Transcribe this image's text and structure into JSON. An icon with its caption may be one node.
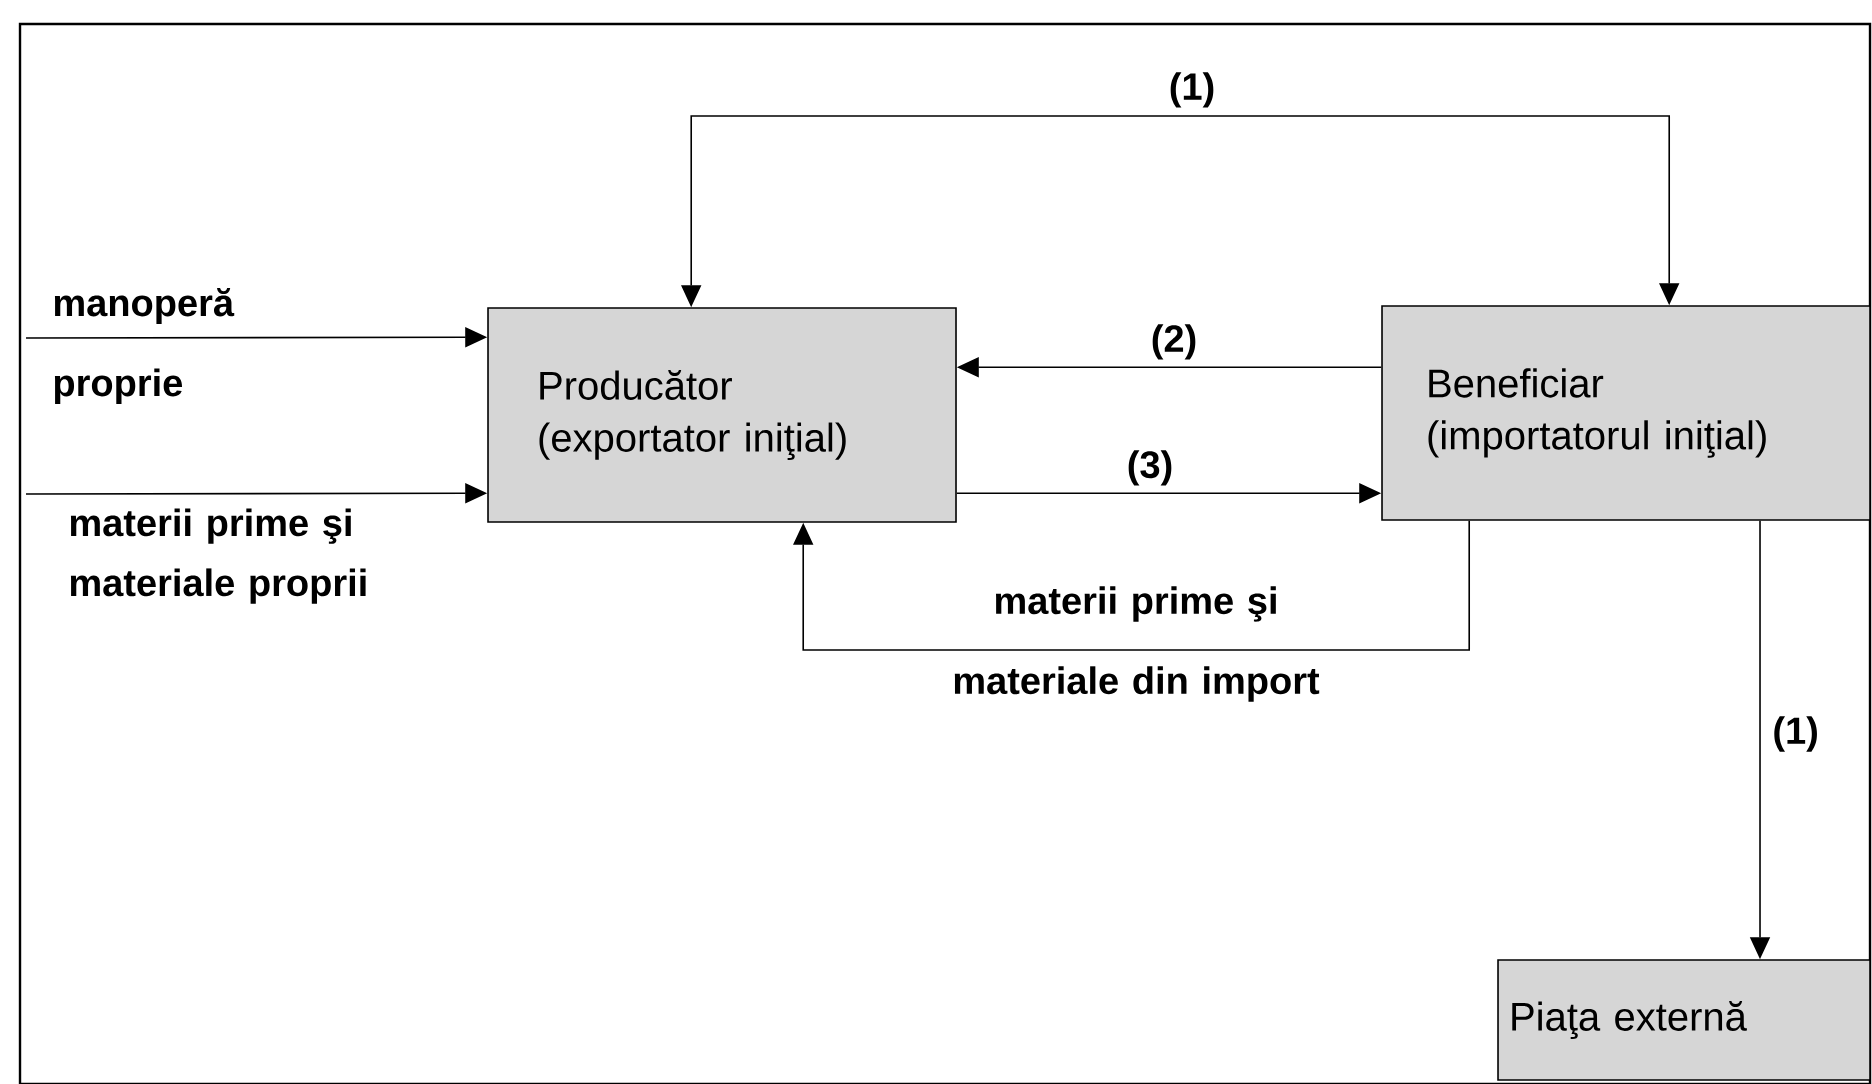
{
  "diagram": {
    "nodes": [
      {
        "text": [
          "Producător (exportator iniţial)"
        ]
      },
      {
        "text": [
          "Beneficiar (importatorul iniţial)"
        ]
      },
      {
        "text": [
          "Piaţa externă"
        ]
      }
    ],
    "edges": [
      {
        "from": 0,
        "to": 1,
        "arrow": "both",
        "label": "(1)"
      },
      {
        "from": 1,
        "to": 0,
        "arrow": "to",
        "label": "(2)"
      },
      {
        "from": 0,
        "to": 1,
        "arrow": "to",
        "label": "(3)"
      },
      {
        "from": 1,
        "to": 0,
        "arrow": "to",
        "label": "materii prime şi materiale din import"
      },
      {
        "from": 1,
        "to": 2,
        "arrow": "to",
        "label": "(1)"
      },
      {
        "from": null,
        "to": 0,
        "arrow": "to",
        "label": "manoperă proprie"
      },
      {
        "from": null,
        "to": 0,
        "arrow": "to",
        "label": "materii prime şi materiale proprii"
      }
    ]
  }
}
